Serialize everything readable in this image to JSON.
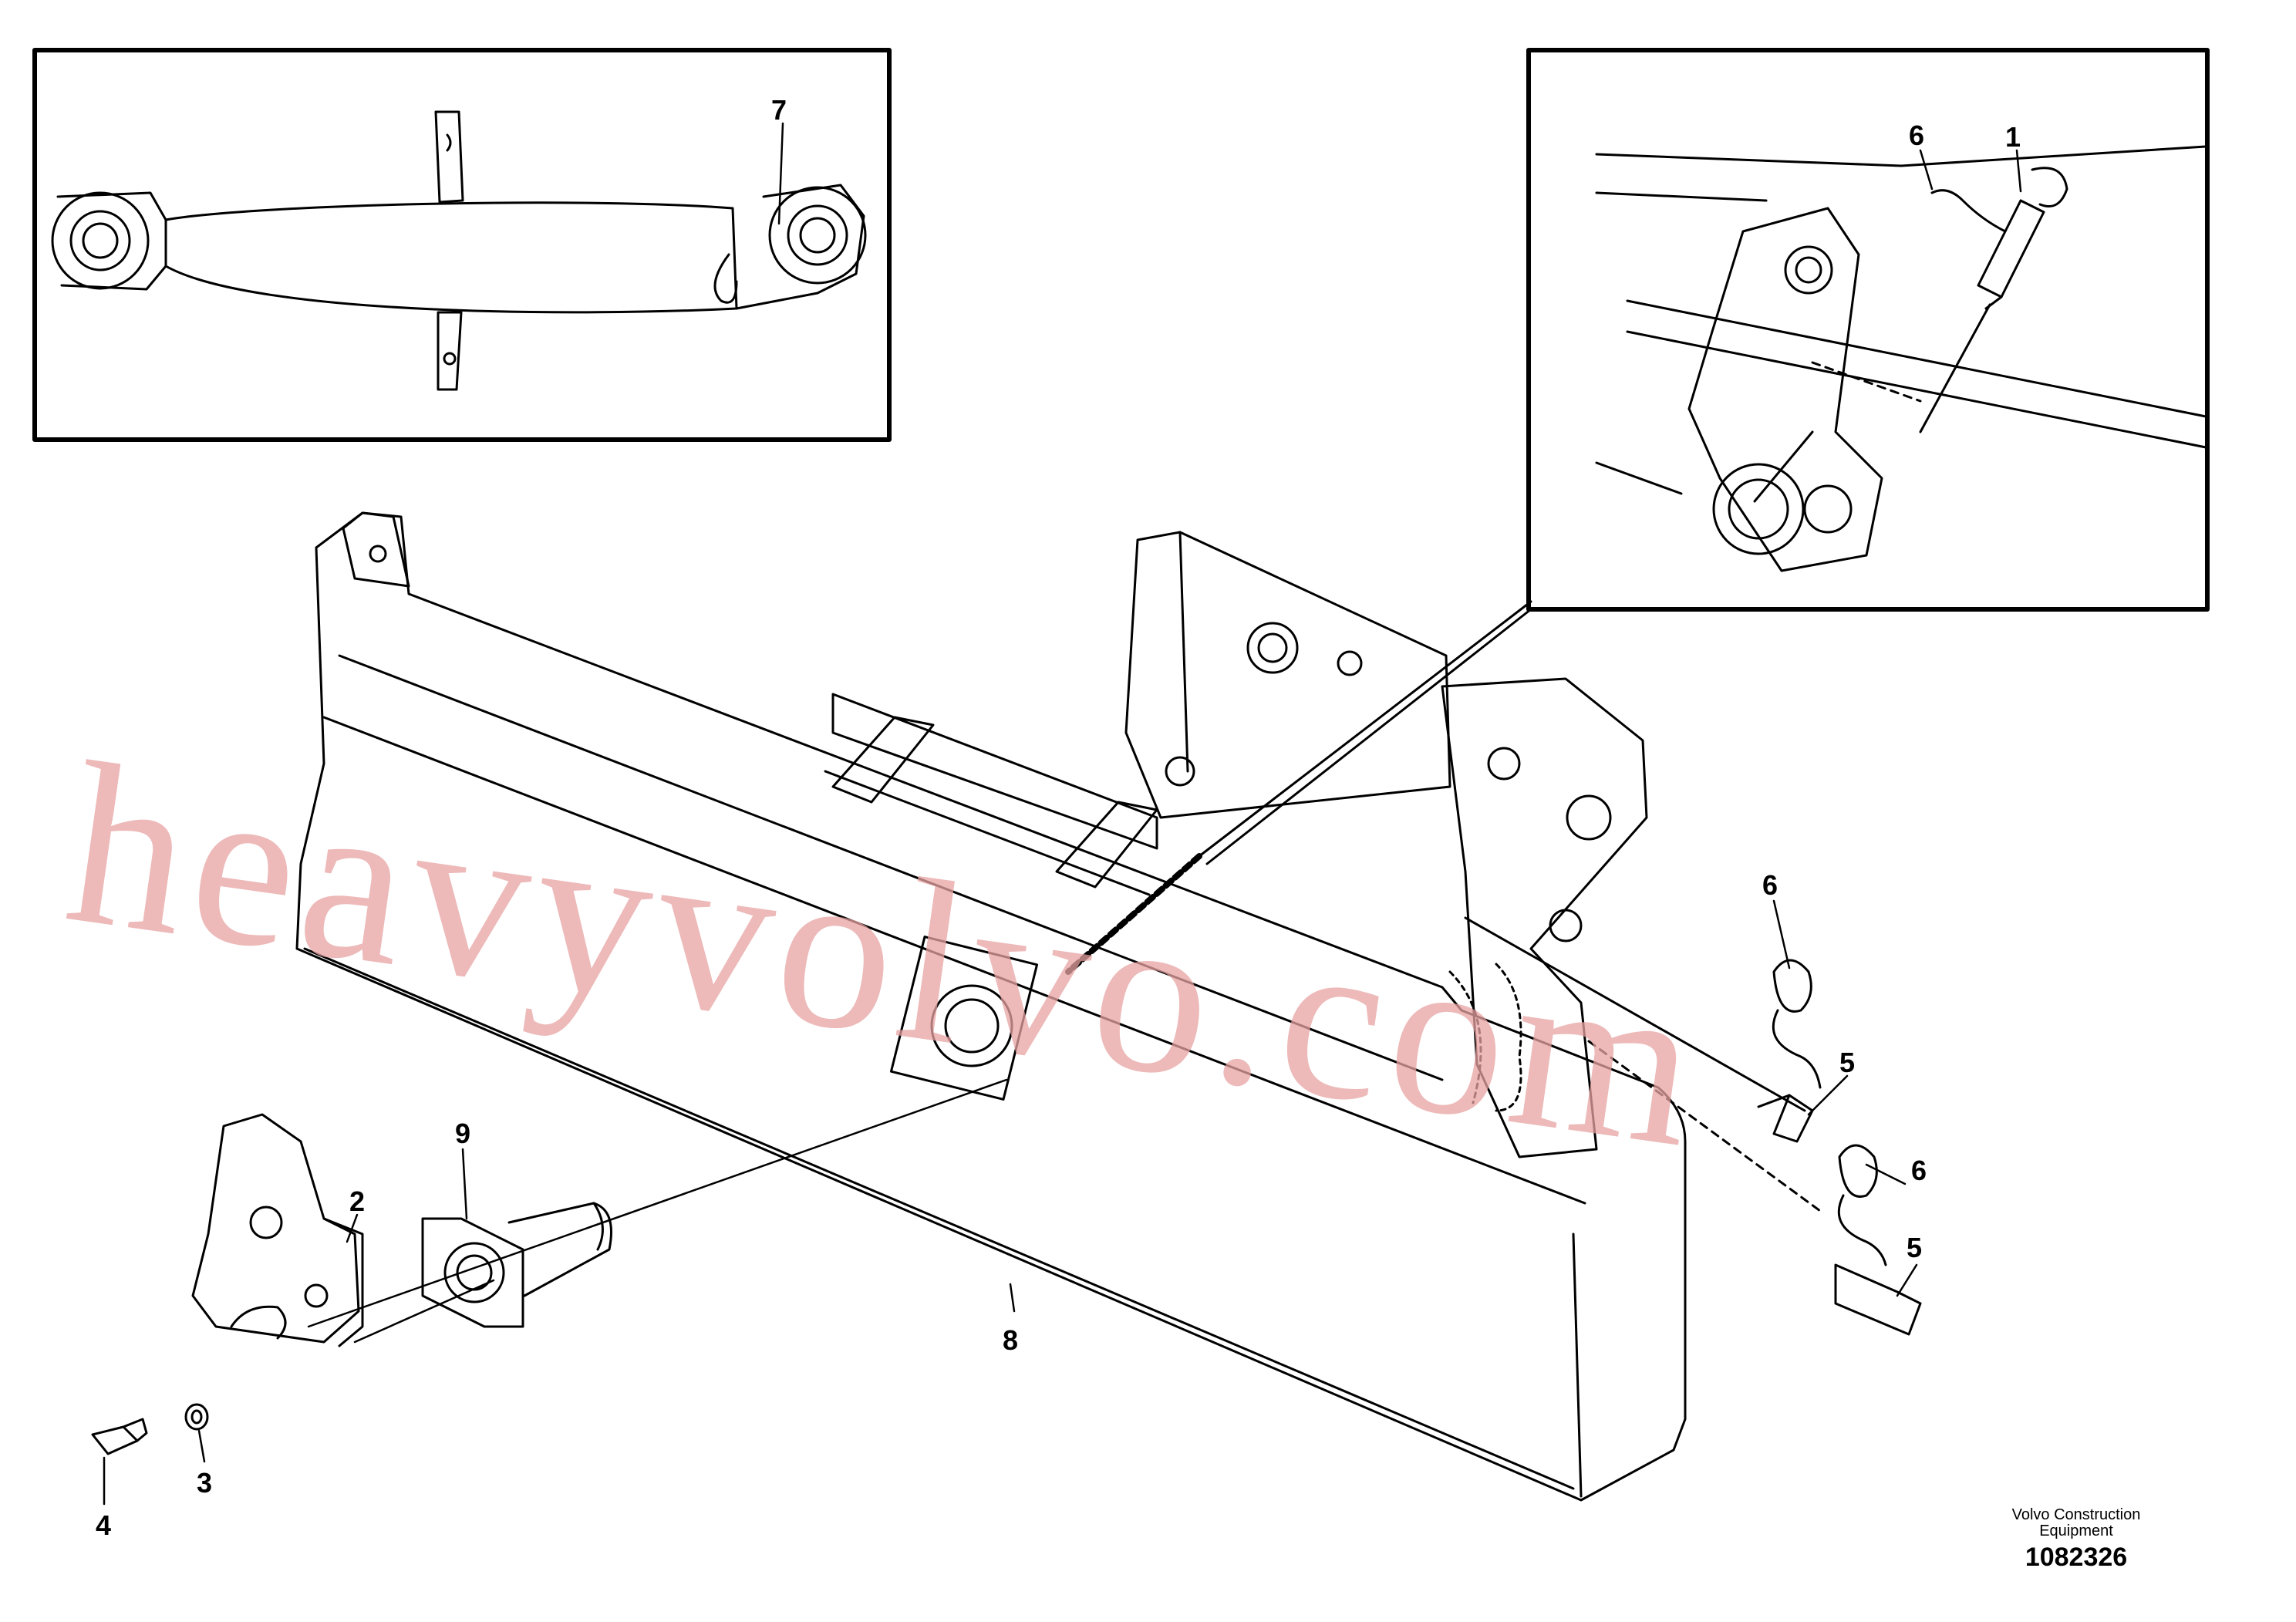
{
  "callouts": [
    "1",
    "2",
    "3",
    "4",
    "5",
    "5",
    "6",
    "6",
    "6",
    "7",
    "8",
    "9"
  ],
  "watermark": "heavyvolvo.com",
  "credit": {
    "line1": "Volvo Construction",
    "line2": "Equipment"
  },
  "drawing_number": "1082326",
  "colors": {
    "line": "#000000",
    "watermark": "#e8a2a2",
    "background": "#ffffff"
  }
}
